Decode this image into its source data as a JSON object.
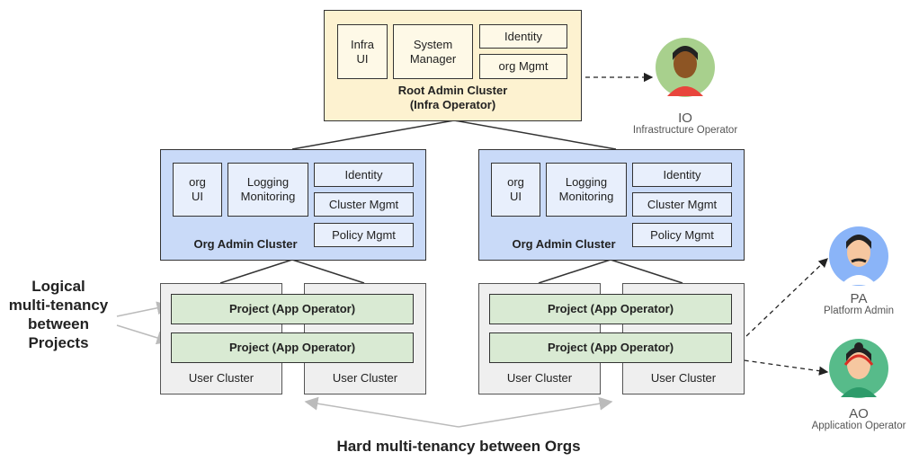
{
  "root": {
    "infra_ui": "Infra\nUI",
    "system_manager": "System\nManager",
    "identity": "Identity",
    "org_mgmt": "org Mgmt",
    "title": "Root Admin Cluster",
    "subtitle": "(Infra Operator)"
  },
  "orgs": [
    {
      "org_ui": "org\nUI",
      "logging": "Logging\nMonitoring",
      "identity": "Identity",
      "cluster_mgmt": "Cluster Mgmt",
      "policy_mgmt": "Policy Mgmt",
      "title": "Org Admin Cluster",
      "projects": [
        "Project (App Operator)",
        "Project (App Operator)"
      ],
      "user_clusters": [
        "User Cluster",
        "User Cluster"
      ]
    },
    {
      "org_ui": "org\nUI",
      "logging": "Logging\nMonitoring",
      "identity": "Identity",
      "cluster_mgmt": "Cluster Mgmt",
      "policy_mgmt": "Policy Mgmt",
      "title": "Org Admin Cluster",
      "projects": [
        "Project (App Operator)",
        "Project  (App Operator)"
      ],
      "user_clusters": [
        "User Cluster",
        "User Cluster"
      ]
    }
  ],
  "personas": [
    {
      "abbr": "IO",
      "name": "Infrastructure Operator",
      "color": "#a8d08d"
    },
    {
      "abbr": "PA",
      "name": "Platform Admin",
      "color": "#8ab4f8"
    },
    {
      "abbr": "AO",
      "name": "Application Operator",
      "color": "#57bb8a"
    }
  ],
  "labels": {
    "logical": "Logical\nmulti-tenancy\nbetween\nProjects",
    "hard": "Hard multi-tenancy between Orgs"
  }
}
